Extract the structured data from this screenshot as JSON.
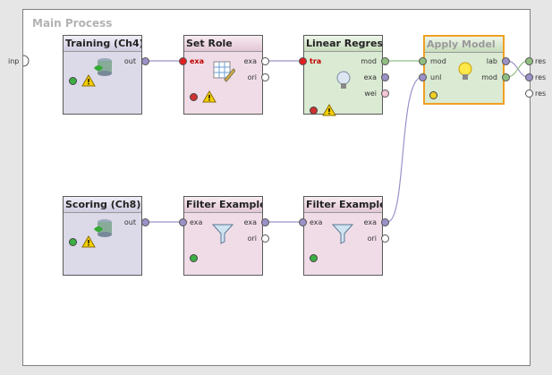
{
  "process_title": "Main Process",
  "left_port_label": "inp",
  "right_port_labels": [
    "res",
    "res",
    "res"
  ],
  "operators": {
    "training": {
      "title": "Training (Ch4)",
      "outputs": [
        "out"
      ]
    },
    "set_role": {
      "title": "Set Role",
      "inputs": [
        "exa"
      ],
      "outputs": [
        "exa",
        "ori"
      ]
    },
    "linear_regression": {
      "title": "Linear Regres...",
      "inputs": [
        "tra"
      ],
      "outputs": [
        "mod",
        "exa",
        "wei"
      ]
    },
    "apply_model": {
      "title": "Apply Model",
      "inputs": [
        "mod",
        "unl"
      ],
      "outputs": [
        "lab",
        "mod"
      ]
    },
    "scoring": {
      "title": "Scoring (Ch8)",
      "outputs": [
        "out"
      ]
    },
    "filter_examples_1": {
      "title": "Filter Examples",
      "inputs": [
        "exa"
      ],
      "outputs": [
        "exa",
        "ori"
      ]
    },
    "filter_examples_2": {
      "title": "Filter Example...",
      "inputs": [
        "exa"
      ],
      "outputs": [
        "exa",
        "ori"
      ]
    }
  },
  "colors": {
    "retrieve": "#dcd9e8",
    "preprocess": "#f0dce7",
    "model": "#dbead3",
    "selected_border": "#f0a020",
    "wire": "#9c90c8",
    "model_wire": "#8fbf80"
  }
}
